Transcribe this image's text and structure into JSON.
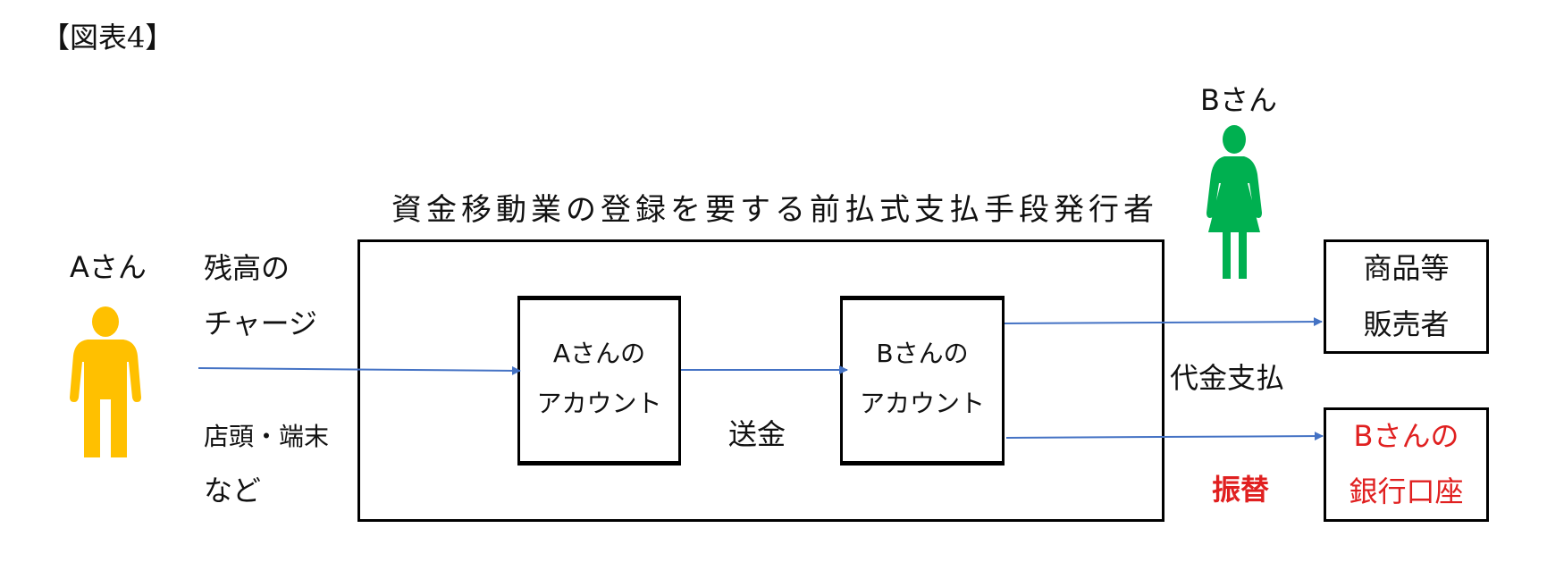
{
  "figure_title": "【図表4】",
  "issuer_label": "資金移動業の登録を要する前払式支払手段発行者",
  "person_a": {
    "label": "Aさん",
    "icon": "person-male-icon",
    "color": "#ffc000"
  },
  "person_b": {
    "label": "Bさん",
    "icon": "person-female-icon",
    "color": "#00b050"
  },
  "charge_label": [
    "残高の",
    "チャージ"
  ],
  "charge_channel_label": [
    "店頭・端末",
    "など"
  ],
  "account_a": [
    "Aさんの",
    "アカウント"
  ],
  "account_b": [
    "Bさんの",
    "アカウント"
  ],
  "transfer_label": "送金",
  "payment_label": "代金支払",
  "seller_box": [
    "商品等",
    "販売者"
  ],
  "bank_box": [
    "Bさんの",
    "銀行口座"
  ],
  "bank_transfer_label": "振替",
  "colors": {
    "arrow": "#4472c4",
    "red": "#e02020"
  }
}
